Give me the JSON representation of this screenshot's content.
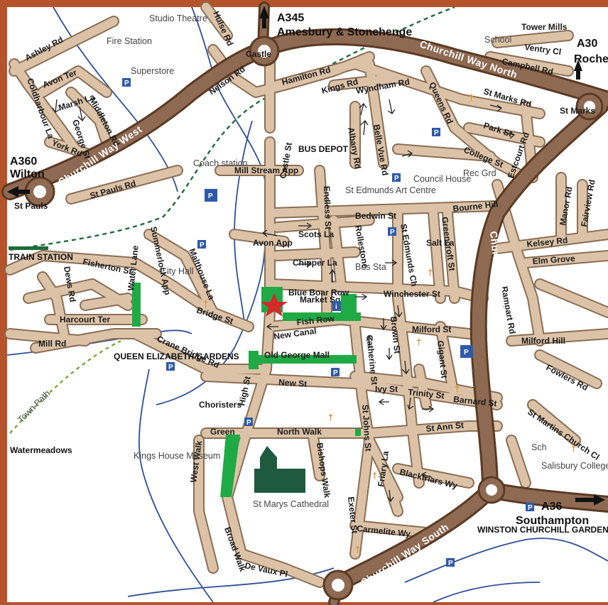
{
  "colors": {
    "frame": "#b5532a",
    "land": "#ffffff",
    "road": "#dcc3a8",
    "main_road": "#8e6a52",
    "river": "#2f4f9a",
    "pedestrian": "#1faa45",
    "parking": "#2f5aa8",
    "church": "#e0902a",
    "cathedral": "#1f5a3e",
    "star": "#d42a2a"
  },
  "destinations": [
    {
      "road": "A345",
      "place": "Amesbury & Stonehenge"
    },
    {
      "road": "A30",
      "place": "Rocheste Cour"
    },
    {
      "road": "A360",
      "place": "Wilton"
    },
    {
      "road": "A36",
      "place": "Southampton"
    }
  ],
  "main_roads": [
    "Churchill Way West",
    "Churchill Way North",
    "Churchill Way East",
    "Churchill Way South"
  ],
  "roads": [
    "Ashley Rd",
    "Coldharbour La",
    "Avon Ter",
    "Marsh La",
    "George St",
    "Middleton Rd",
    "York Rd",
    "Hulse Rd",
    "Castle",
    "Nelson Rd",
    "Hamilton Rd",
    "Kings Rd",
    "Wyndham Rd",
    "Belle Vue Rd",
    "Albany Rd",
    "Queens Rd",
    "St Marks Rd",
    "Park St",
    "College St",
    "Estcourt Rd",
    "Tower Mills",
    "Ventry Cl",
    "Campbell Rd",
    "St Marks",
    "St Pauls Rd",
    "Mill Stream App",
    "Castle St",
    "Endless St",
    "Bedwin St",
    "St Edmunds Ch",
    "Greencroft St",
    "Salt La",
    "Bourne Hill",
    "Scots La",
    "Avon App",
    "Chipper La",
    "Rollestone",
    "Winchester St",
    "Blue Boar Row",
    "Fish Row",
    "Market Sq",
    "Summerlock App",
    "Malthouse La",
    "Fisherton St",
    "Dews Rd",
    "Harcourt Ter",
    "Water Lane",
    "Bridge St",
    "Mill Rd",
    "Crane Bridge Rd",
    "New Canal",
    "Old George Mall",
    "Milford St",
    "Brown St",
    "Catherine St",
    "Gigant St",
    "Trinity St",
    "Ivy St",
    "Barnard St",
    "New St",
    "High St",
    "Choristers",
    "Green",
    "North Walk",
    "St Ann St",
    "St Johns St",
    "West Walk",
    "Bishops Walk",
    "Exeter St",
    "Friary La",
    "Blackfriars Wy",
    "Carmelite Wy",
    "Broad Walk",
    "De Vaux Pl",
    "Rampart Rd",
    "Kelsey Rd",
    "Manor Rd",
    "Fairview Rd",
    "Elm Grove",
    "Milford Hill",
    "Fowlers Rd",
    "St Martins Church Cl"
  ],
  "labels": {
    "studio_theatre": "Studio Theatre",
    "fire_station": "Fire Station",
    "superstore": "Superstore",
    "school": "School",
    "st_pauls": "St Pauls",
    "coach_station": "Coach station",
    "bus_depot": "BUS DEPOT",
    "st_edmunds": "St Edmunds Art Centre",
    "council_house": "Council House",
    "rec_grd": "Rec Grd",
    "train_station": "TRAIN STATION",
    "city_hall": "City Hall",
    "bus_sta": "Bus Sta",
    "queen_elizabeth": "QUEEN ELIZABETH GARDENS",
    "town_path": "Town Path",
    "watermeadows": "Watermeadows",
    "kings_house": "Kings House Museum",
    "st_marys": "St Marys Cathedral",
    "salisbury_college": "Salisbury College",
    "sch": "Sch",
    "winston": "WINSTON CHURCHILL GARDENS",
    "info": "i",
    "parking": "P",
    "church_mark": "†"
  }
}
